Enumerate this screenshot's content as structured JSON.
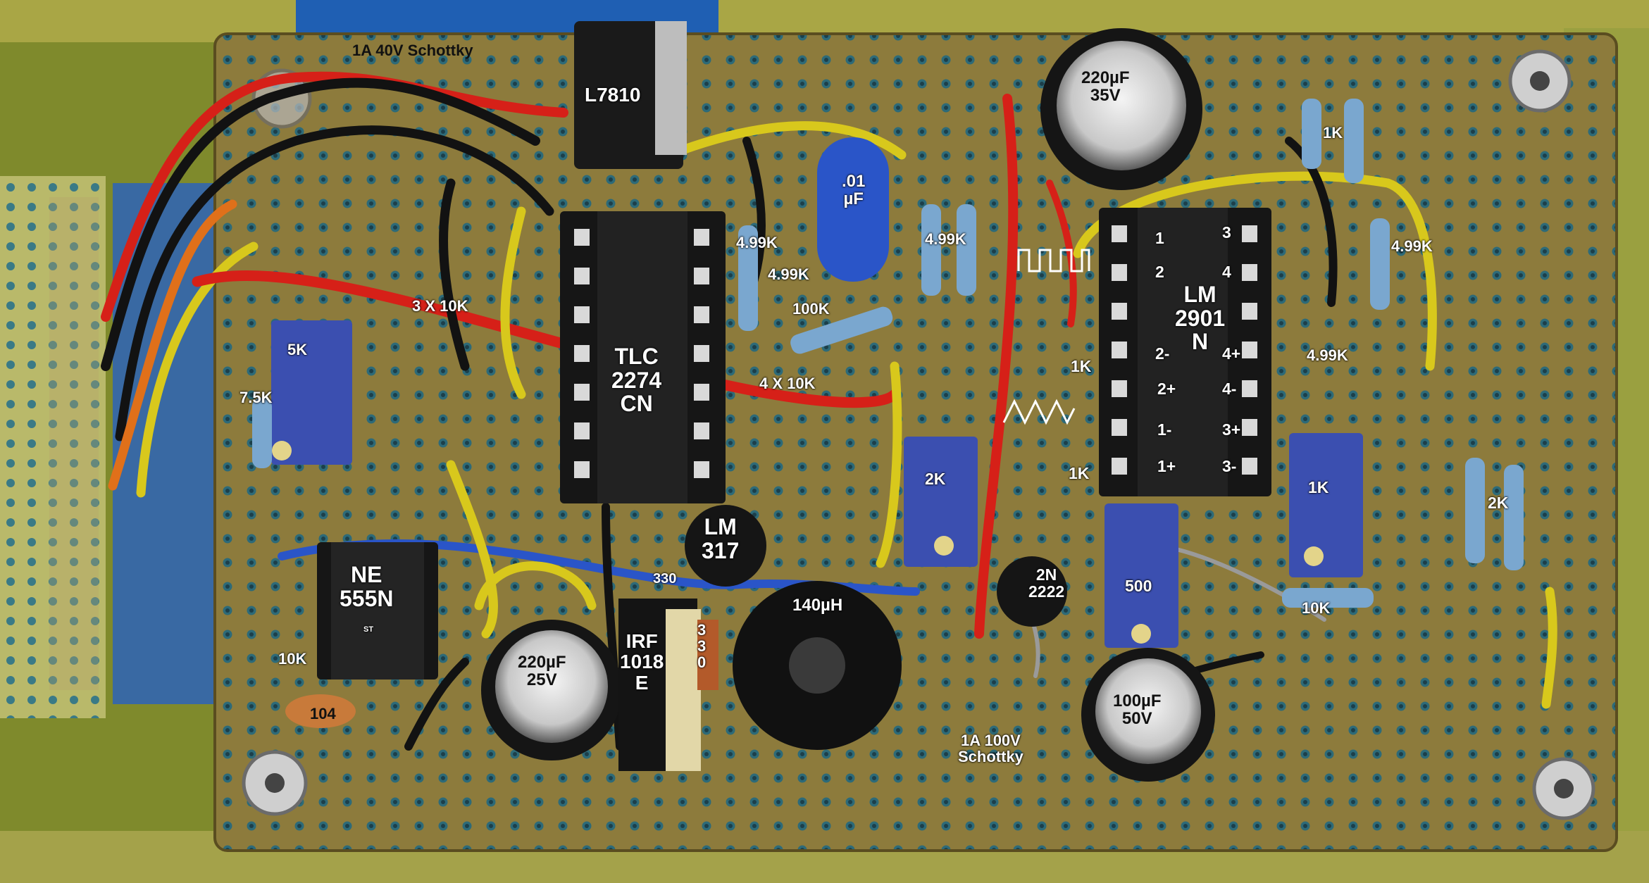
{
  "labels": {
    "schottky_40v": "1A 40V Schottky",
    "l7810": "L7810",
    "cap_220uf_35v": "220µF\n35V",
    "cap_01uf": ".01\nµF",
    "res_499k_a": "4.99K",
    "res_499k_b": "4.99K",
    "res_499k_c": "4.99K",
    "res_499k_d": "4.99K",
    "res_499k_e": "4.99K",
    "res_1k_top": "1K",
    "res_100k": "100K",
    "res_3x10k": "3 X 10K",
    "res_4x10k": "4 X 10K",
    "pot_5k": "5K",
    "res_75k": "7.5K",
    "tlc2274": "TLC\n2274\nCN",
    "lm2901": "LM\n2901\nN",
    "pin_1": "1",
    "pin_2": "2",
    "pin_3": "3",
    "pin_4": "4",
    "pin_2m": "2-",
    "pin_2p": "2+",
    "pin_1m": "1-",
    "pin_1p": "1+",
    "pin_4p": "4+",
    "pin_4m": "4-",
    "pin_3p": "3+",
    "pin_3m": "3-",
    "res_1k_a": "1K",
    "res_1k_b": "1K",
    "pot_2k": "2K",
    "pot_1k": "1K",
    "res_2k": "2K",
    "pot_500": "500",
    "res_10k_right": "10K",
    "q_2n2222": "2N\n2222",
    "ne555": "NE\n555N",
    "ne555_st": "ST",
    "res_10k_left": "10K",
    "cap_104": "104",
    "cap_220uf_25v": "220µF\n25V",
    "res_330_a": "330",
    "res_330_b": "3\n3\n0",
    "lm317": "LM\n317",
    "irf1018": "IRF\n1018\nE",
    "inductor_140uh": "140µH",
    "cap_100uf_50v": "100µF\n50V",
    "schottky_100v": "1A 100V\nSchottky"
  },
  "colors": {
    "board": "#8d7b3c",
    "hole": "#2d6a78",
    "wire_red": "#d62018",
    "wire_yellow": "#d8c81c",
    "wire_black": "#121212",
    "wire_blue": "#2a55c8",
    "wire_orange": "#e0701a",
    "pot_blue": "#3b4fb0",
    "resistor_blue": "#7aa7cf"
  }
}
